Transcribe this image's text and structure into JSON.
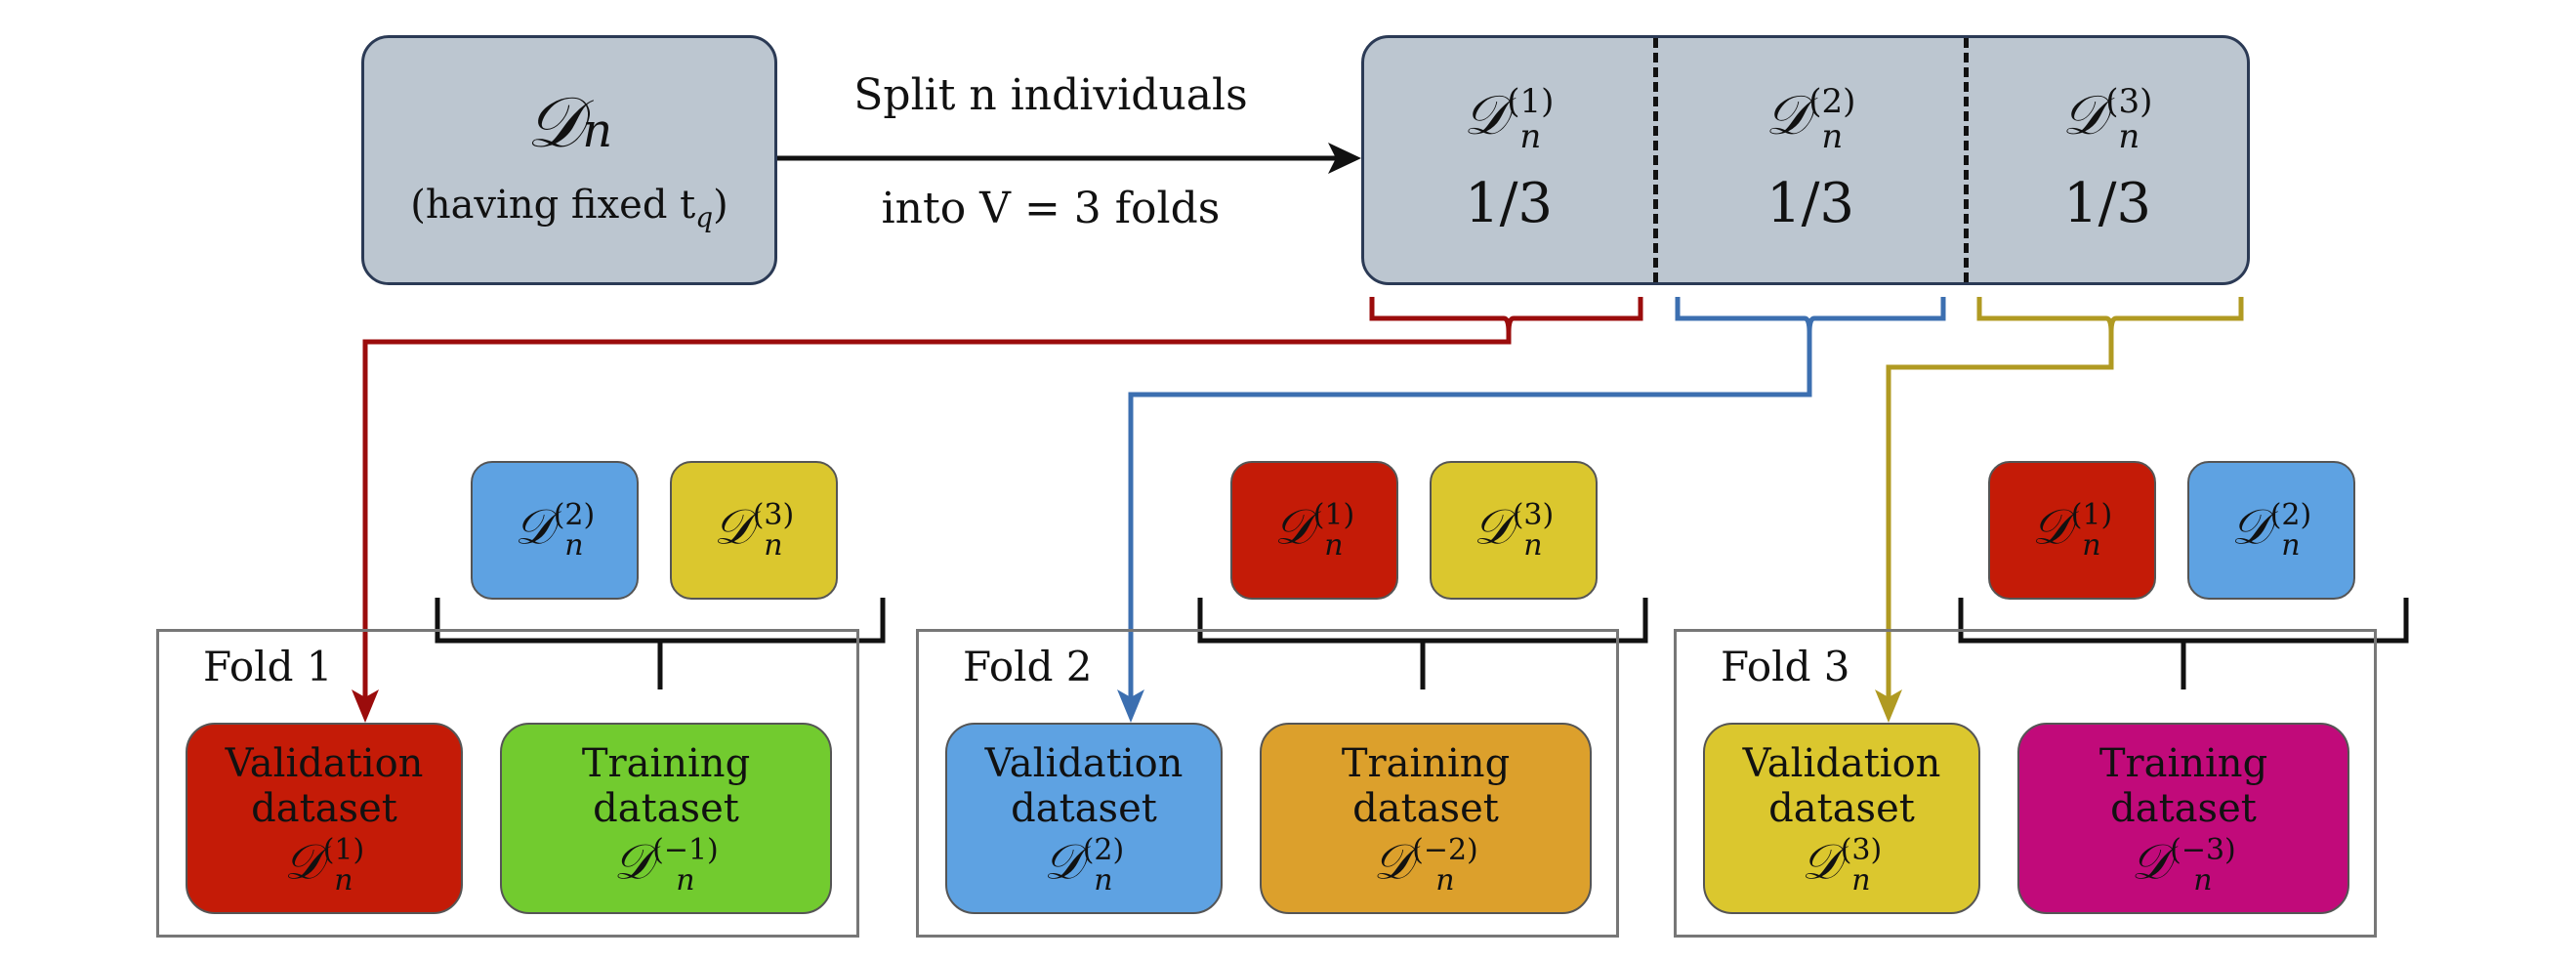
{
  "source": {
    "symbol": "𝒟",
    "subscript": "n",
    "caption": "(having fixed t",
    "caption_sub": "q",
    "caption_end": ")"
  },
  "split_label": {
    "line1": "Split n individuals",
    "line2": "into V = 3 folds"
  },
  "partitions": [
    {
      "symbol": "𝒟",
      "sub": "n",
      "sup": "(1)",
      "fraction": "1/3"
    },
    {
      "symbol": "𝒟",
      "sub": "n",
      "sup": "(2)",
      "fraction": "1/3"
    },
    {
      "symbol": "𝒟",
      "sub": "n",
      "sup": "(3)",
      "fraction": "1/3"
    }
  ],
  "colors": {
    "red": "#c41b07",
    "blue": "#5ea2e2",
    "yellow": "#dbc72e",
    "green": "#72cb2f",
    "orange": "#dca02c",
    "magenta": "#c10a7a",
    "arrow_red": "#9b0c0c",
    "arrow_blue": "#3c6fb0",
    "arrow_yellow": "#b09a22",
    "gray_box": "#bcc6d0"
  },
  "folds": [
    {
      "title": "Fold 1",
      "training_parts": [
        {
          "symbol": "𝒟",
          "sub": "n",
          "sup": "(2)",
          "color": "#5ea2e2"
        },
        {
          "symbol": "𝒟",
          "sub": "n",
          "sup": "(3)",
          "color": "#dbc72e"
        }
      ],
      "validation": {
        "line1": "Validation",
        "line2": "dataset",
        "symbol": "𝒟",
        "sub": "n",
        "sup": "(1)",
        "color": "#c41b07"
      },
      "training": {
        "line1": "Training",
        "line2": "dataset",
        "symbol": "𝒟",
        "sub": "n",
        "sup": "(−1)",
        "color": "#72cb2f"
      }
    },
    {
      "title": "Fold 2",
      "training_parts": [
        {
          "symbol": "𝒟",
          "sub": "n",
          "sup": "(1)",
          "color": "#c41b07"
        },
        {
          "symbol": "𝒟",
          "sub": "n",
          "sup": "(3)",
          "color": "#dbc72e"
        }
      ],
      "validation": {
        "line1": "Validation",
        "line2": "dataset",
        "symbol": "𝒟",
        "sub": "n",
        "sup": "(2)",
        "color": "#5ea2e2"
      },
      "training": {
        "line1": "Training",
        "line2": "dataset",
        "symbol": "𝒟",
        "sub": "n",
        "sup": "(−2)",
        "color": "#dca02c"
      }
    },
    {
      "title": "Fold 3",
      "training_parts": [
        {
          "symbol": "𝒟",
          "sub": "n",
          "sup": "(1)",
          "color": "#c41b07"
        },
        {
          "symbol": "𝒟",
          "sub": "n",
          "sup": "(2)",
          "color": "#5ea2e2"
        }
      ],
      "validation": {
        "line1": "Validation",
        "line2": "dataset",
        "symbol": "𝒟",
        "sub": "n",
        "sup": "(3)",
        "color": "#dbc72e"
      },
      "training": {
        "line1": "Training",
        "line2": "dataset",
        "symbol": "𝒟",
        "sub": "n",
        "sup": "(−3)",
        "color": "#c10a7a"
      }
    }
  ]
}
